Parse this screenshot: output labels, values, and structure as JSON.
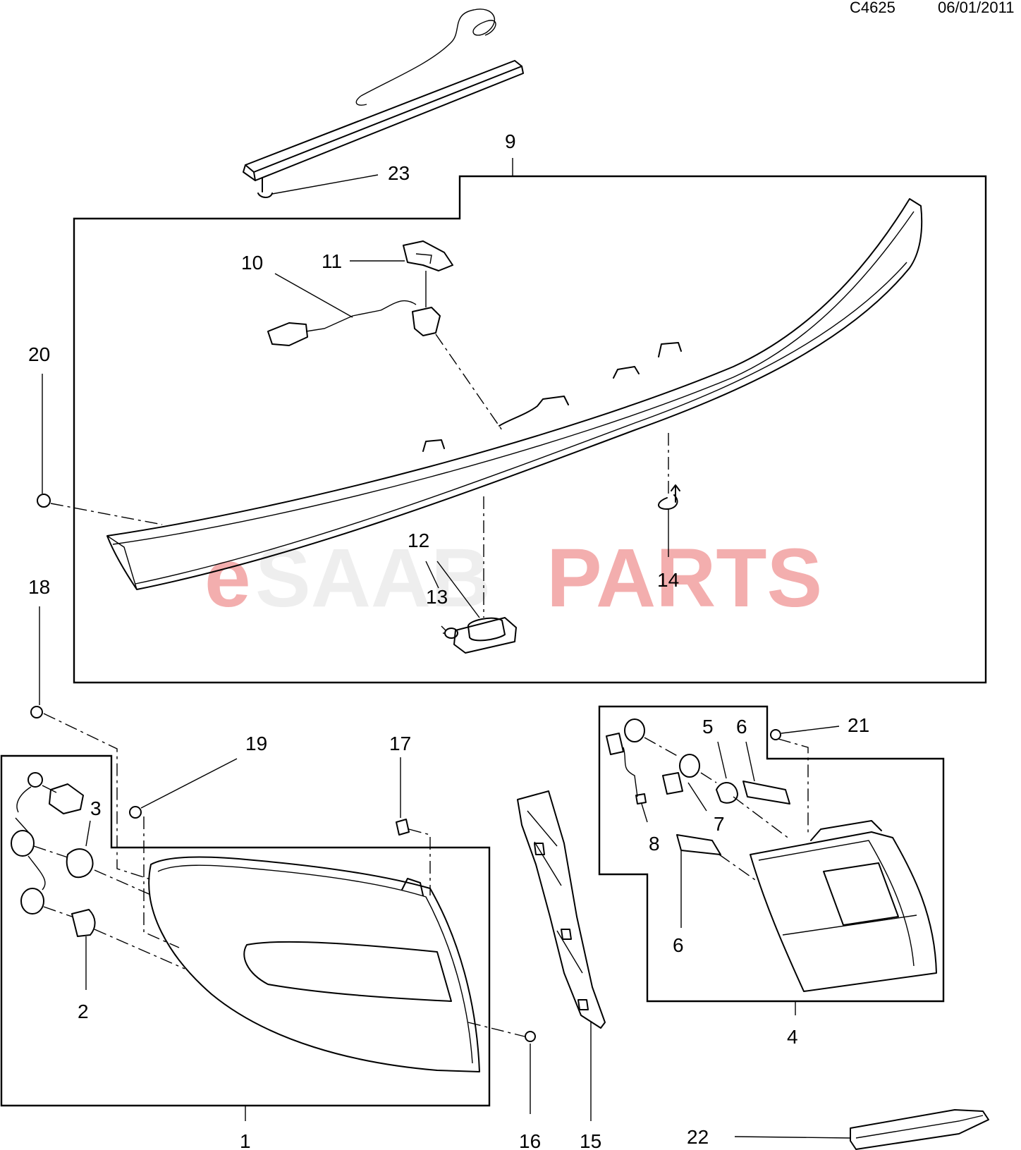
{
  "header": {
    "code": "C4625",
    "date": "06/01/2011"
  },
  "watermark": {
    "prefix": "e",
    "saab": "SAAB",
    "parts": "PARTS",
    "colors": {
      "saab": "#efefef",
      "parts": "#f2a0a0"
    }
  },
  "callouts": {
    "c1": "1",
    "c2": "2",
    "c3": "3",
    "c4": "4",
    "c5": "5",
    "c6a": "6",
    "c6b": "6",
    "c7": "7",
    "c8": "8",
    "c9": "9",
    "c10": "10",
    "c11": "11",
    "c12": "12",
    "c13": "13",
    "c14": "14",
    "c15": "15",
    "c16": "16",
    "c17": "17",
    "c18": "18",
    "c19": "19",
    "c20": "20",
    "c21": "21",
    "c22": "22",
    "c23": "23"
  }
}
